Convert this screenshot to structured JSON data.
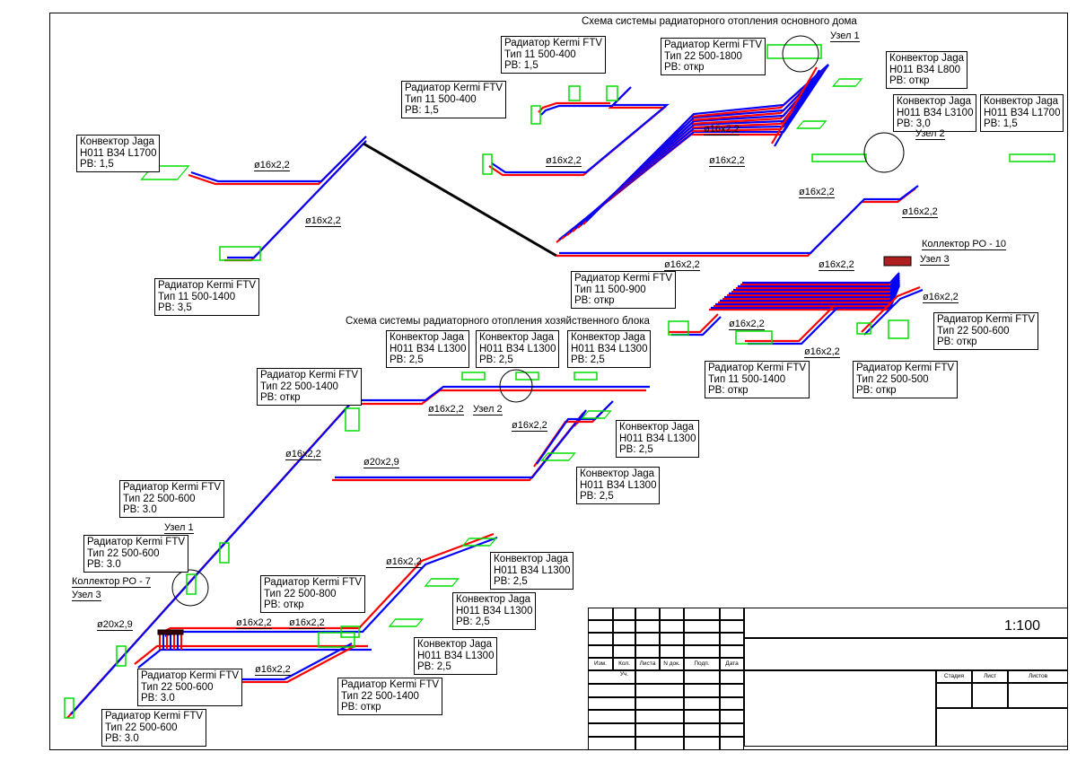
{
  "titles": {
    "main_house": "Схема системы радиаторного отопления основного дома",
    "utility_block": "Схема системы радиаторного отопления хозяйственного блока"
  },
  "colors": {
    "supply": "#ff0000",
    "return": "#0000ff",
    "radiator": "#00dd00",
    "collector": "#b02020"
  },
  "labels": [
    [
      "Радиатор Kermi FTV",
      "Тип 11 500-400",
      "РВ: 1,5"
    ],
    [
      "Радиатор Kermi FTV",
      "Тип 11 500-400",
      "РВ: 1,5"
    ],
    [
      "Конвектор Jaga",
      "H011 B34 L1700",
      "РВ: 1,5"
    ],
    [
      "Радиатор Kermi FTV",
      "Тип 11 500-1400",
      "РВ: 3,5"
    ],
    [
      "Радиатор Kermi FTV",
      "Тип 22 500-1800",
      "РВ: откр"
    ],
    [
      "Конвектор Jaga",
      "H011 B34 L800",
      "РВ: откр"
    ],
    [
      "Конвектор Jaga",
      "H011 B34 L3100",
      "РВ: 3,0"
    ],
    [
      "Конвектор Jaga",
      "H011 B34 L1700",
      "РВ: 1,5"
    ],
    [
      "Радиатор Kermi FTV",
      "Тип 11 500-900",
      "РВ: откр"
    ],
    [
      "Радиатор Kermi FTV",
      "Тип 11 500-1400",
      "РВ: откр"
    ],
    [
      "Радиатор Kermi FTV",
      "Тип 22 500-500",
      "РВ: откр"
    ],
    [
      "Радиатор Kermi FTV",
      "Тип 22 500-600",
      "РВ: откр"
    ],
    [
      "Конвектор Jaga",
      "H011 B34 L1300",
      "РВ: 2,5"
    ],
    [
      "Конвектор Jaga",
      "H011 B34 L1300",
      "РВ: 2,5"
    ],
    [
      "Конвектор Jaga",
      "H011 B34 L1300",
      "РВ: 2,5"
    ],
    [
      "Конвектор Jaga",
      "H011 B34 L1300",
      "РВ: 2,5"
    ],
    [
      "Конвектор Jaga",
      "H011 B34 L1300",
      "РВ: 2,5"
    ],
    [
      "Радиатор Kermi FTV",
      "Тип 22 500-1400",
      "РВ: откр"
    ],
    [
      "Радиатор Kermi FTV",
      "Тип 22 500-600",
      "РВ: 3.0"
    ],
    [
      "Радиатор Kermi FTV",
      "Тип 22 500-600",
      "РВ: 3.0"
    ],
    [
      "Радиатор Kermi FTV",
      "Тип 22 500-800",
      "РВ: откр"
    ],
    [
      "Радиатор Kermi FTV",
      "Тип 22 500-600",
      "РВ: 3.0"
    ],
    [
      "Радиатор Kermi FTV",
      "Тип 22 500-600",
      "РВ: 3.0"
    ],
    [
      "Радиатор Kermi FTV",
      "Тип 22 500-1400",
      "РВ: откр"
    ],
    [
      "Конвектор Jaga",
      "H011 B34 L1300",
      "РВ: 2,5"
    ],
    [
      "Конвектор Jaga",
      "H011 B34 L1300",
      "РВ: 2,5"
    ],
    [
      "Конвектор Jaga",
      "H011 B34 L1300",
      "РВ: 2,5"
    ]
  ],
  "nodes": [
    "Узел 1",
    "Узел 2",
    "Узел 3",
    "Узел 2",
    "Узел 1",
    "Узел 3"
  ],
  "collectors": [
    "Коллектор РО - 10",
    "Коллектор РО - 7"
  ],
  "pipe_sizes": [
    "ø16x2,2",
    "ø16x2,2",
    "ø16x2,2",
    "ø16x2,2",
    "ø16x2,2",
    "ø16x2,2",
    "ø16x2,2",
    "ø16x2,2",
    "ø16x2,2",
    "ø16x2,2",
    "ø16x2,2",
    "ø16x2,2",
    "ø16x2,2",
    "ø16x2,2",
    "ø16x2,2",
    "ø20x2,9",
    "ø16x2,2",
    "ø16x2,2",
    "ø20x2,9",
    "ø16x2,2",
    "ø16x2,2"
  ],
  "stamp": {
    "scale": "1:100",
    "headers": [
      "Изм.",
      "Кол. Уч.",
      "Листа",
      "N док.",
      "Подп.",
      "Дата"
    ],
    "stage_headers": [
      "Стадия",
      "Лист",
      "Листов"
    ]
  }
}
